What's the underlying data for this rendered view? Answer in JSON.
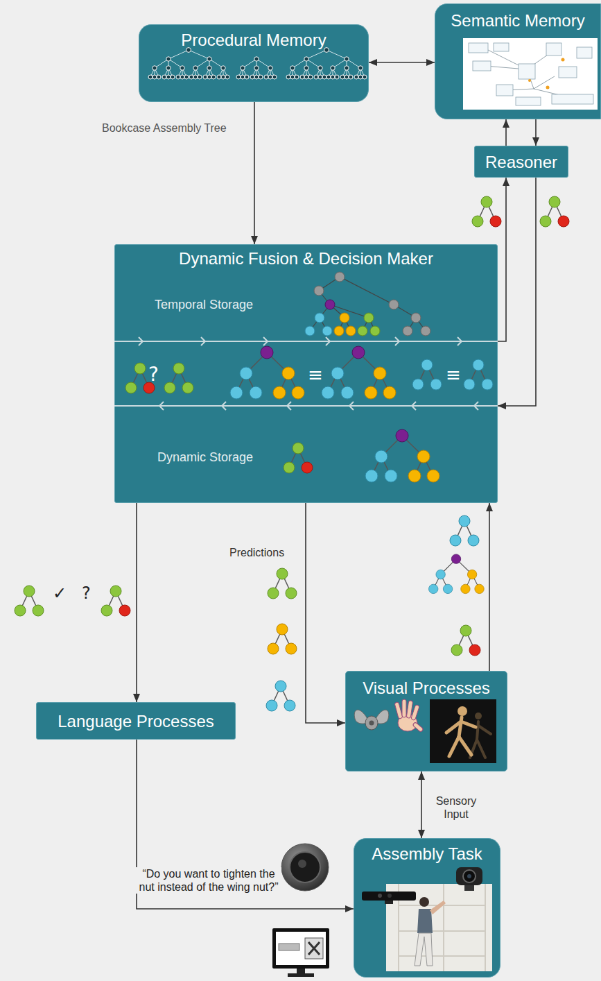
{
  "diagram": {
    "nodes": [
      {
        "text": [
          "Procedural Memory"
        ]
      },
      {
        "text": [
          "Semantic Memory"
        ]
      },
      {
        "text": [
          "Reasoner"
        ]
      },
      {
        "text": [
          "Dynamic Fusion & Decision Maker",
          "Temporal Storage",
          "Dynamic Storage"
        ]
      },
      {
        "text": [
          "Language Processes"
        ]
      },
      {
        "text": [
          "Visual Processes"
        ]
      },
      {
        "text": [
          "Assembly Task"
        ]
      }
    ],
    "edges": [
      {
        "from": 0,
        "to": 1,
        "arrow": "both"
      },
      {
        "from": 0,
        "to": 3,
        "arrow": "to",
        "label": "Bookcase Assembly Tree"
      },
      {
        "from": 2,
        "to": 1,
        "arrow": "to"
      },
      {
        "from": 1,
        "to": 2,
        "arrow": "to"
      },
      {
        "from": 3,
        "to": 2,
        "arrow": "to"
      },
      {
        "from": 2,
        "to": 3,
        "arrow": "to"
      },
      {
        "from": 3,
        "to": 4,
        "arrow": "to"
      },
      {
        "from": 3,
        "to": 5,
        "arrow": "to",
        "label": "Predictions"
      },
      {
        "from": 5,
        "to": 3,
        "arrow": "to"
      },
      {
        "from": 5,
        "to": 6,
        "arrow": "both",
        "label": "Sensory Input"
      },
      {
        "from": 4,
        "to": 6,
        "arrow": "to",
        "label": "“Do you want to tighten the nut instead of the wing nut?”"
      }
    ],
    "labels": [
      "?",
      "≡",
      "≡",
      "✓",
      "?"
    ]
  }
}
